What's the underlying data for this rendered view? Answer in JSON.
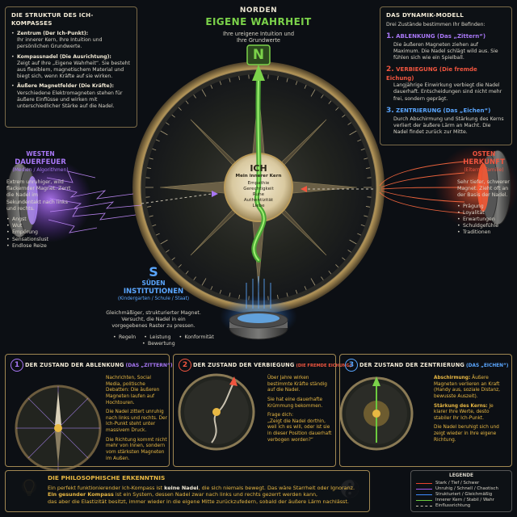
{
  "structure": {
    "title": "DIE STRUKTUR DES ICH-KOMPASSES",
    "items": [
      {
        "head": "Zentrum (Der Ich-Punkt):",
        "text": "Ihr innerer Kern, Ihre Intuition und persönlichen Grundwerte."
      },
      {
        "head": "Kompassnadel (Die Ausrichtung):",
        "text": "Zeigt auf Ihre „Eigene Wahrheit“. Sie besteht aus flexiblem, magnetischem Material und biegt sich, wenn Kräfte auf sie wirken."
      },
      {
        "head": "Äußere Magnetfelder (Die Kräfte):",
        "text": "Verschiedene Elektromagneten stehen für äußere Einflüsse und wirken mit unterschiedlicher Stärke auf die Nadel."
      }
    ]
  },
  "north": {
    "label": "NORDEN",
    "title": "EIGENE WAHRHEIT",
    "desc": "Ihre ureigene Intuition und Ihre Grundwerte",
    "letter": "N"
  },
  "dynamics": {
    "title": "DAS DYNAMIK-MODELL",
    "intro": "Drei Zustände bestimmen Ihr Befinden:",
    "states": [
      {
        "num": "1.",
        "name": "ABLENKUNG (Das „Zittern“)",
        "text": "Die äußeren Magneten ziehen auf Maximum. Die Nadel schlägt wild aus. Sie fühlen sich wie ein Spielball."
      },
      {
        "num": "2.",
        "name": "VERBIEGUNG (Die fremde Eichung)",
        "text": "Langjährige Einwirkung verbiegt die Nadel dauerhaft. Entscheidungen sind nicht mehr frei, sondern geprägt."
      },
      {
        "num": "3.",
        "name": "ZENTRIERUNG (Das „Eichen“)",
        "text": "Durch Abschirmung und Stärkung des Kerns verliert der äußere Lärm an Macht. Die Nadel findet zurück zur Mitte."
      }
    ]
  },
  "west": {
    "label": "WESTEN",
    "title": "DAUERFEUER",
    "sub": "(Medien / Algorithmen)",
    "desc": "Extrem unruhiger, wild flackernder Magnet. Zerrt die Nadel im Sekundentakt nach links und rechts.",
    "items": [
      "Angst",
      "Wut",
      "Empörung",
      "Sensationslust",
      "Endlose Reize"
    ]
  },
  "east": {
    "label": "OSTEN",
    "title": "HERKUNFT",
    "sub": "(Eltern / Familie)",
    "desc": "Sehr tiefer, schwerer Magnet. Zieht oft an der Basis der Nadel.",
    "items": [
      "Prägung",
      "Loyalität",
      "Erwartungen",
      "Schuldgefühle",
      "Traditionen"
    ]
  },
  "south": {
    "letter": "S",
    "label": "SÜDEN",
    "title": "INSTITUTIONEN",
    "sub": "(Kindergarten / Schule / Staat)",
    "desc": "Gleichmäßiger, strukturierter Magnet. Versucht, die Nadel in ein vorgegebenes Raster zu pressen.",
    "items": [
      "Regeln",
      "Leistung",
      "Konformität",
      "Bewertung"
    ]
  },
  "core": {
    "title": "ICH",
    "sub": "Mein innerer Kern",
    "values": [
      "Empathie",
      "Gerechtigkeit",
      "Ruhe",
      "Authentizität",
      "Liebe"
    ]
  },
  "panels": [
    {
      "num": "1",
      "title": "DER ZUSTAND DER ABLENKUNG",
      "title_sub": "(DAS „ZITTERN“)",
      "paras": [
        "Nachrichten, Social Media, politische Debatten: Die äußeren Magneten laufen auf Hochtouren.",
        "Die Nadel zittert unruhig nach links und rechts. Der Ich-Punkt steht unter massivem Druck.",
        "Die Richtung kommt nicht mehr von Innen, sondern vom stärksten Magneten im Außen."
      ]
    },
    {
      "num": "2",
      "title": "DER ZUSTAND DER VERBIEGUNG",
      "title_sub": "(DIE FREMDE EICHUNG)",
      "paras": [
        "Über Jahre wirken bestimmte Kräfte ständig auf die Nadel.",
        "Sie hat eine dauerhafte Krümmung bekommen.",
        "Frage dich:",
        "„Zeigt die Nadel dorthin, weil ich es will, oder ist sie in dieser Position dauerhaft verbogen worden?“"
      ]
    },
    {
      "num": "3",
      "title": "DER ZUSTAND DER ZENTRIERUNG",
      "title_sub": "(DAS „EICHEN“)",
      "h1": "Abschirmung:",
      "p1": "Äußere Magneten verlieren an Kraft (Handy aus, soziale Distanz, bewusste Auszeit).",
      "h2": "Stärkung des Kerns:",
      "p2": "Je klarer Ihre Werte, desto stabiler Ihr Ich-Punkt.",
      "p3": "Die Nadel beruhigt sich und zeigt wieder in Ihre eigene Richtung."
    }
  ],
  "philosophy": {
    "title": "DIE PHILOSOPHISCHE ERKENNTNIS",
    "line1a": "Ein perfekt funktionierender Ich-Kompass ist ",
    "line1b": "keine Nadel",
    "line1c": ", die sich niemals bewegt. Das wäre Starrheit oder Ignoranz.",
    "line2a": "Ein gesunder Kompass",
    "line2b": " ist ein System, dessen Nadel zwar nach links und rechts gezerrt werden kann,",
    "line3": "das aber die Elastizität besitzt, immer wieder in die eigene Mitte zurückzufedern, sobald der äußere Lärm nachlässt."
  },
  "legend": {
    "title": "LEGENDE",
    "items": [
      {
        "label": "Stark / Tief / Schwer",
        "color": "#e8432e"
      },
      {
        "label": "Unruhig / Schnell / Chaotisch",
        "color": "#a25cf0"
      },
      {
        "label": "Strukturiert / Gleichmäßig",
        "color": "#3d8cff"
      },
      {
        "label": "Innerer Kern / Stabil / Wahr",
        "color": "#6bcb3f"
      },
      {
        "label": "Einflussrichtung",
        "color": "#c9c2b0"
      }
    ]
  },
  "colors": {
    "gold": "#e8b843",
    "purple": "#a877f5",
    "red": "#f0553f",
    "blue": "#5aa6ff",
    "green": "#7bd24a"
  }
}
